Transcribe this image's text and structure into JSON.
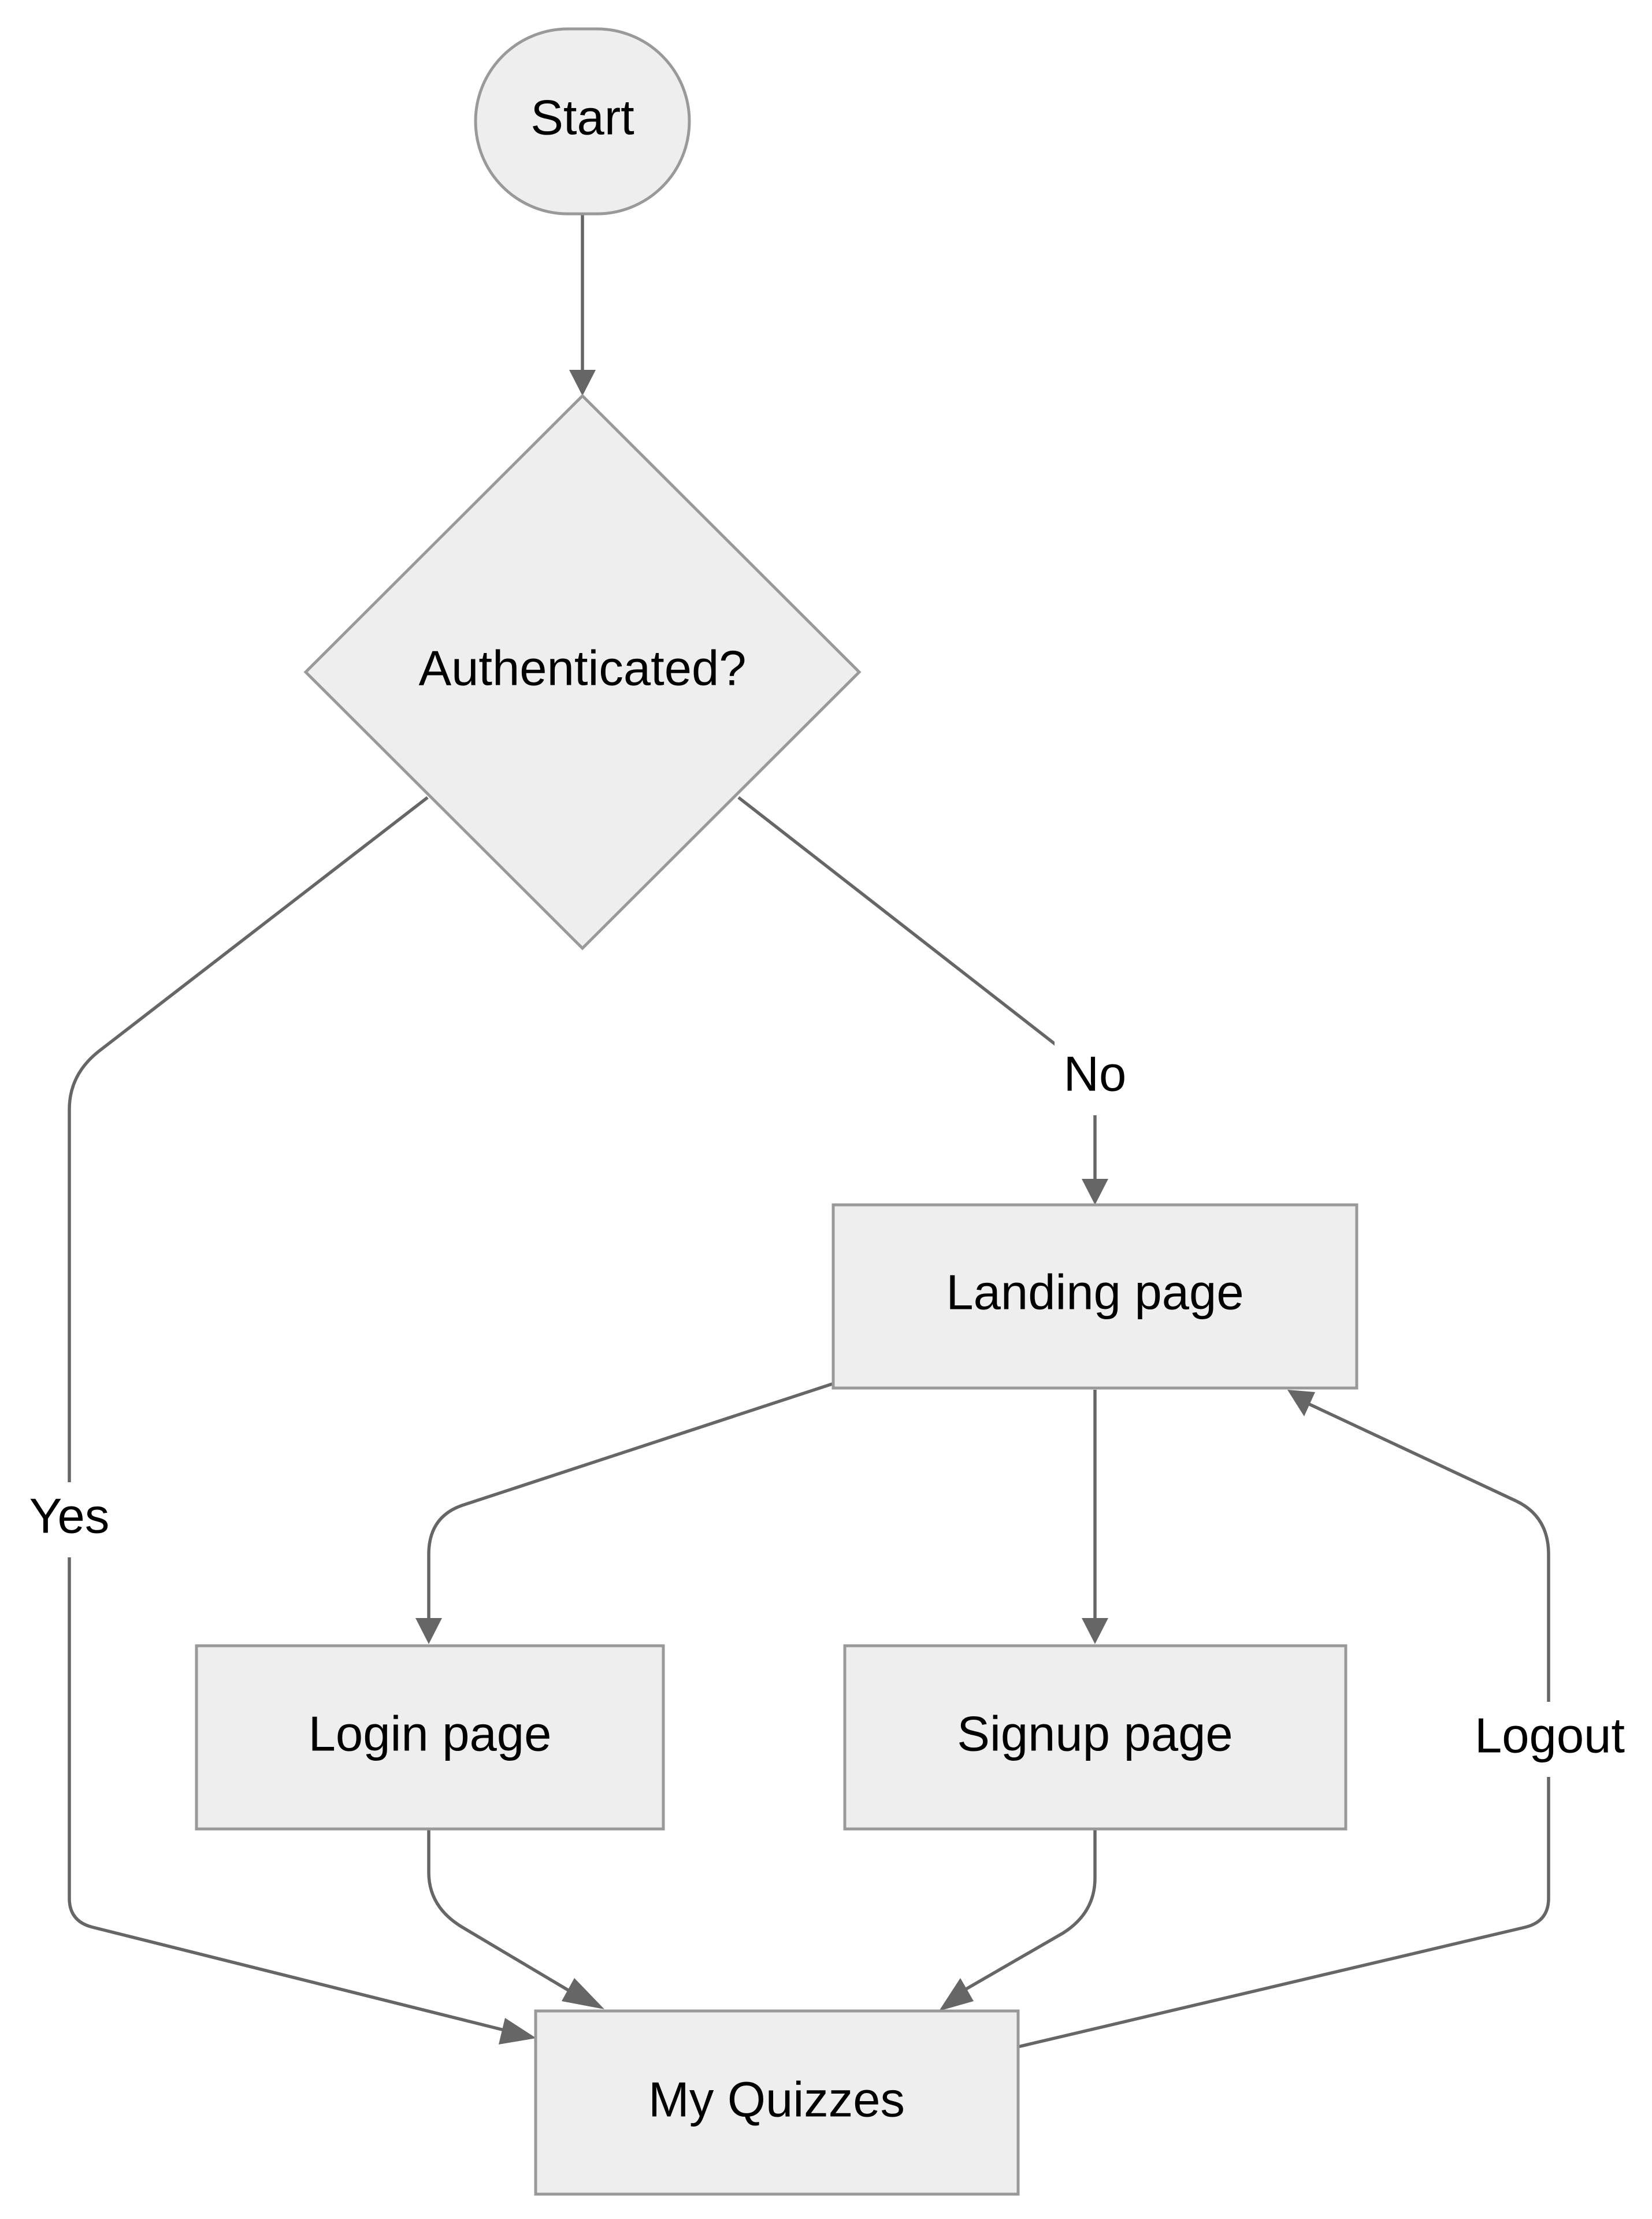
{
  "nodes": {
    "start": {
      "label": "Start"
    },
    "authenticated": {
      "label": "Authenticated?"
    },
    "landing": {
      "label": "Landing page"
    },
    "login": {
      "label": "Login page"
    },
    "signup": {
      "label": "Signup page"
    },
    "quizzes": {
      "label": "My Quizzes"
    }
  },
  "edges": {
    "start_to_auth": {
      "label": ""
    },
    "auth_yes": {
      "label": "Yes"
    },
    "auth_no": {
      "label": "No"
    },
    "landing_to_login": {
      "label": ""
    },
    "landing_to_signup": {
      "label": ""
    },
    "login_to_quizzes": {
      "label": ""
    },
    "signup_to_quizzes": {
      "label": ""
    },
    "logout": {
      "label": "Logout"
    }
  },
  "colors": {
    "node_fill": "#eeeeee",
    "node_stroke": "#999999",
    "edge": "#666666",
    "text": "#000000"
  }
}
